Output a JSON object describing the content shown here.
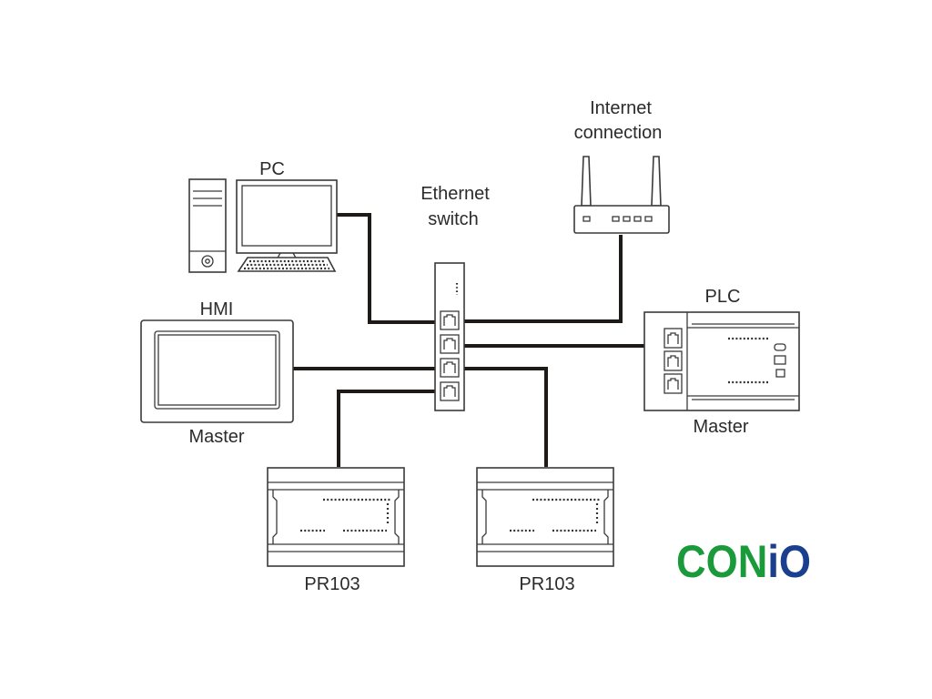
{
  "labels": {
    "pc": "PC",
    "internet_line1": "Internet",
    "internet_line2": "connection",
    "switch_line1": "Ethernet",
    "switch_line2": "switch",
    "hmi": "HMI",
    "hmi_role": "Master",
    "plc": "PLC",
    "plc_role": "Master",
    "module_left": "PR103",
    "module_right": "PR103"
  },
  "logo": {
    "text_con": "CON",
    "text_i": "i",
    "text_o": "O",
    "color_green": "#1a9a3a",
    "color_blue": "#1b3f8f"
  },
  "colors": {
    "cable": "#1e1a18",
    "outline": "#3a3a3a",
    "label": "#2b2b2b"
  }
}
